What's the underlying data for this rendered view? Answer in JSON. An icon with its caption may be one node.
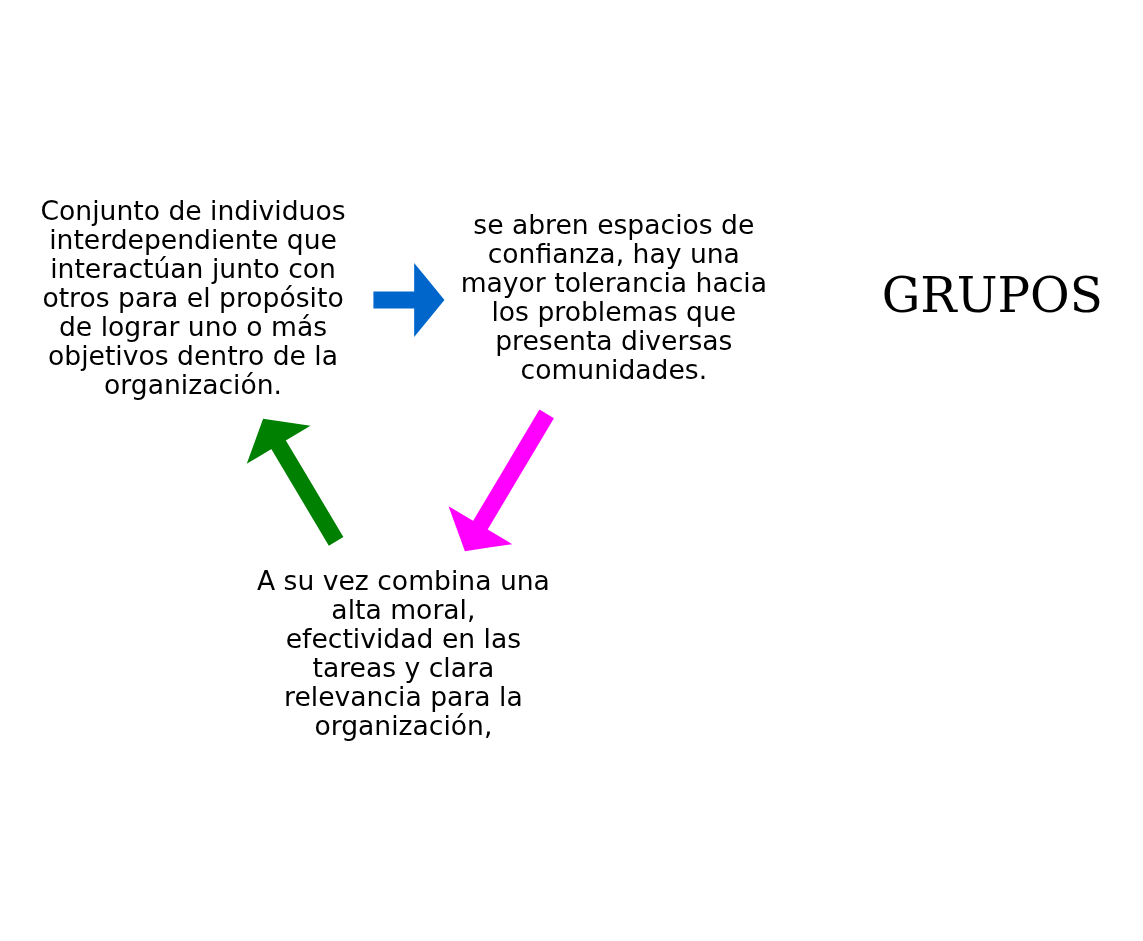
{
  "diagram": {
    "nodes": [
      {
        "text": [
          "Conjunto de individuos interdependiente que interactúan junto con otros para el propósito de lograr uno o más objetivos dentro de la organización."
        ]
      },
      {
        "text": [
          "se abren espacios de confianza, hay una mayor tolerancia hacia los problemas que presenta diversas comunidades."
        ]
      },
      {
        "text": [
          "A su vez combina una alta moral, efectividad en las tareas y clara relevancia para la organización,"
        ]
      }
    ],
    "edges": [
      {
        "from": 0,
        "to": 1,
        "arrow": "to",
        "color": "#0066cc"
      },
      {
        "from": 1,
        "to": 2,
        "arrow": "to",
        "color": "#ff00ff"
      },
      {
        "from": 2,
        "to": 0,
        "arrow": "to",
        "color": "#008000"
      }
    ],
    "labels": [
      "GRUPOS"
    ]
  }
}
